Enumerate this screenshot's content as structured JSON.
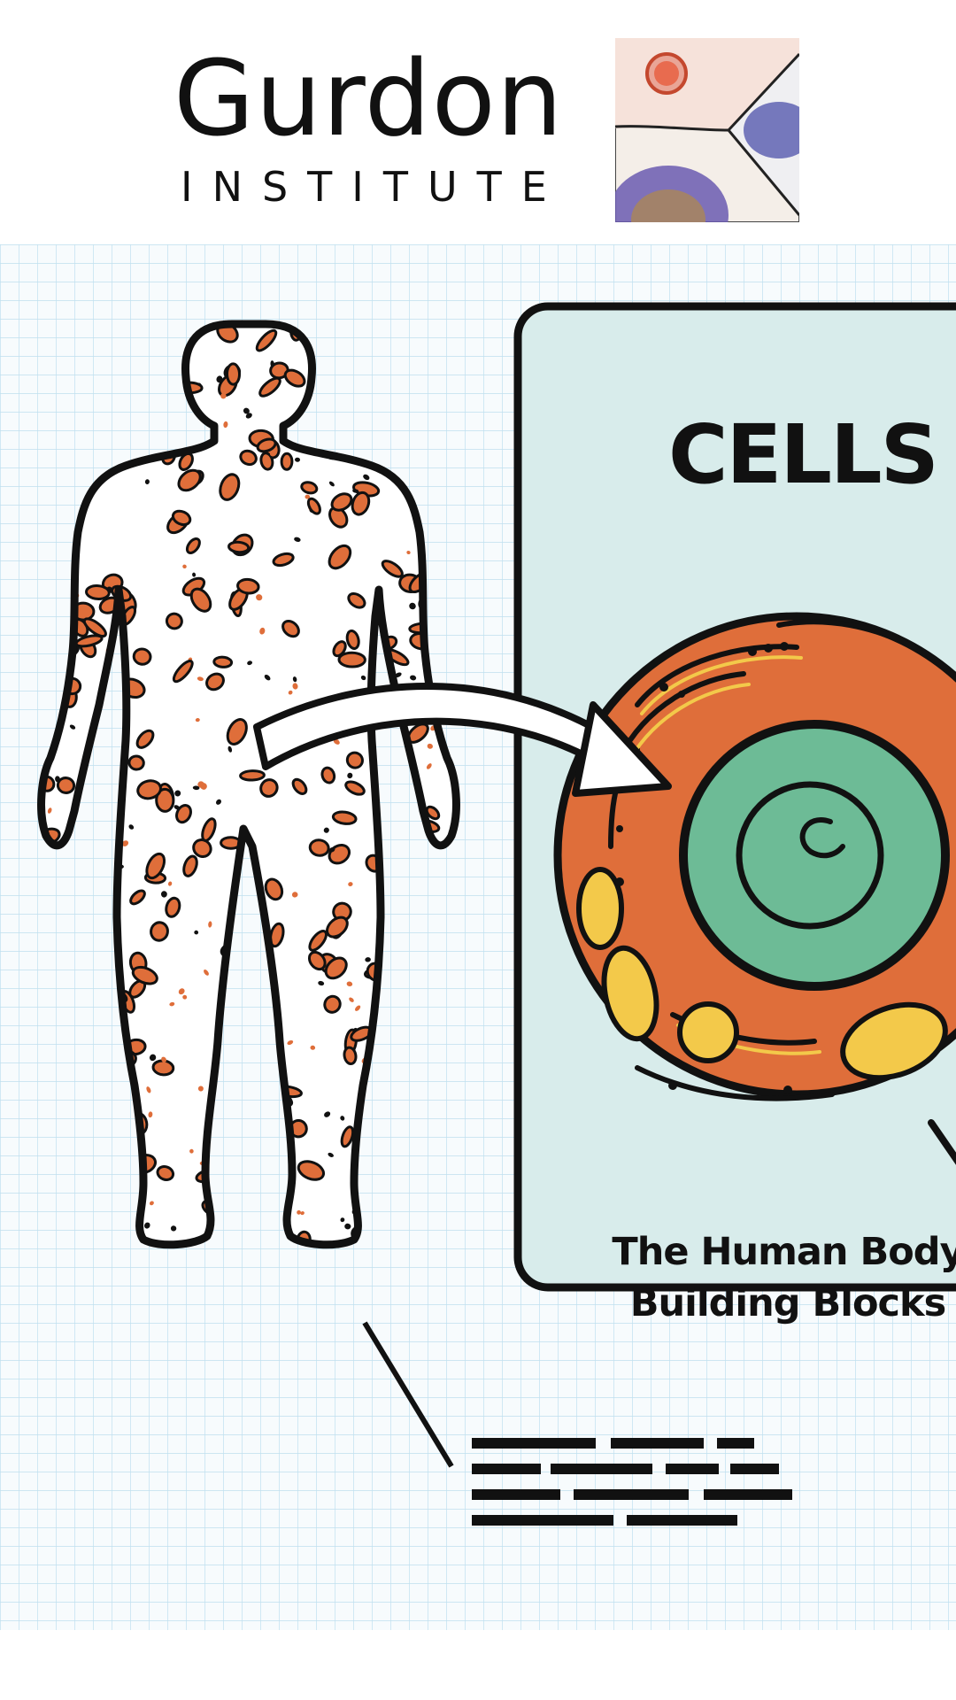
{
  "brand": {
    "name": "Gurdon",
    "subtitle": "INSTITUTE",
    "logo_tile_icon": "cell-junction-artwork"
  },
  "card": {
    "title": "CELLS",
    "caption_line1": "The Human Body",
    "caption_line2": "Building Blocks"
  },
  "illustration": {
    "figure": "human-body-silhouette-with-cells",
    "cell": "animal-cell-cross-section",
    "arrow": "curved-arrow-right",
    "text_placeholder": "redacted-text-lines"
  },
  "colors": {
    "grid_line": "#b9dced",
    "card_bg": "#d8eceb",
    "cytoplasm": "#df6e3a",
    "nucleus": "#6dbb96",
    "organelle": "#f3c94a",
    "outline": "#111111"
  }
}
